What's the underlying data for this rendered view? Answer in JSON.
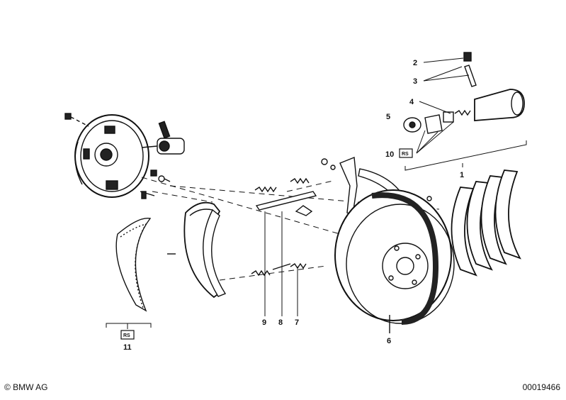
{
  "callouts": {
    "c1": "1",
    "c2": "2",
    "c3": "3",
    "c4": "4",
    "c5": "5",
    "c6": "6",
    "c7": "7",
    "c8": "8",
    "c9": "9",
    "c10": "10",
    "c11": "11"
  },
  "kit_badge": "RS",
  "footer": {
    "copyright": "© BMW AG",
    "doc_id": "00019466"
  },
  "colors": {
    "ink": "#111111",
    "background": "#ffffff"
  }
}
